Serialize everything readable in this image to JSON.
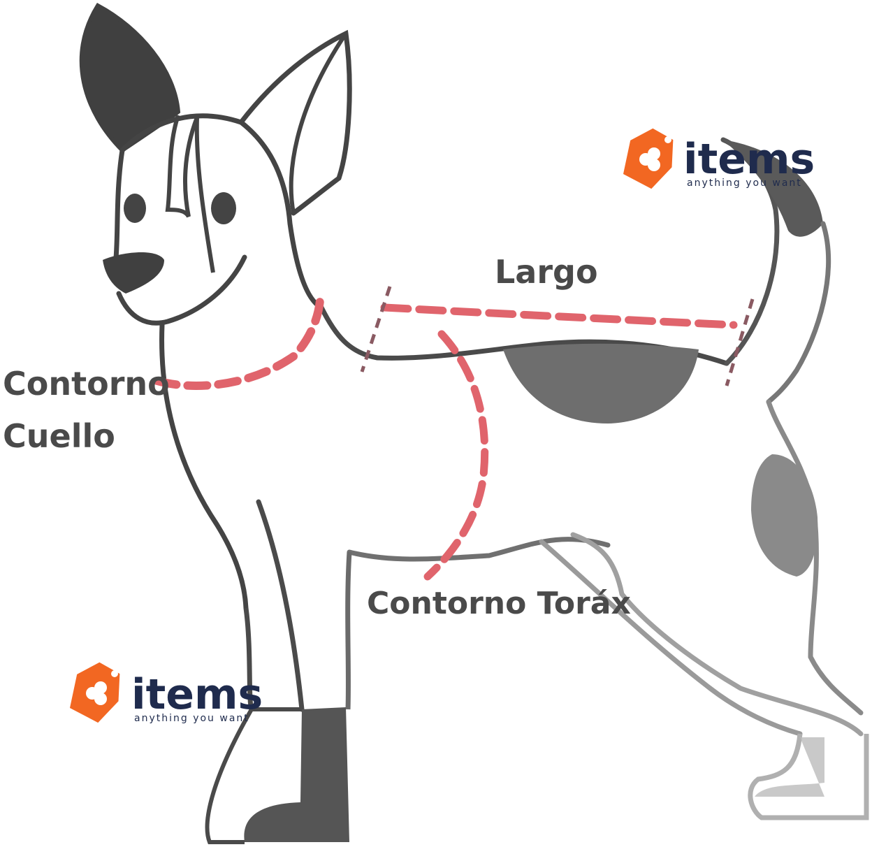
{
  "labels": {
    "neck_line1": "Contorno",
    "neck_line2": "Cuello",
    "length": "Largo",
    "chest": "Contorno Toráx"
  },
  "brand": {
    "name": "items",
    "tagline": "anything you want"
  },
  "colors": {
    "outline": "#444444",
    "spots": "#444444",
    "measure": "#e0646c",
    "tick": "#8a5a62",
    "brand_orange": "#f26722",
    "brand_navy": "#1f2b4d",
    "label_text": "#4a4a4a"
  },
  "icons": [
    "clover-tag-icon"
  ]
}
